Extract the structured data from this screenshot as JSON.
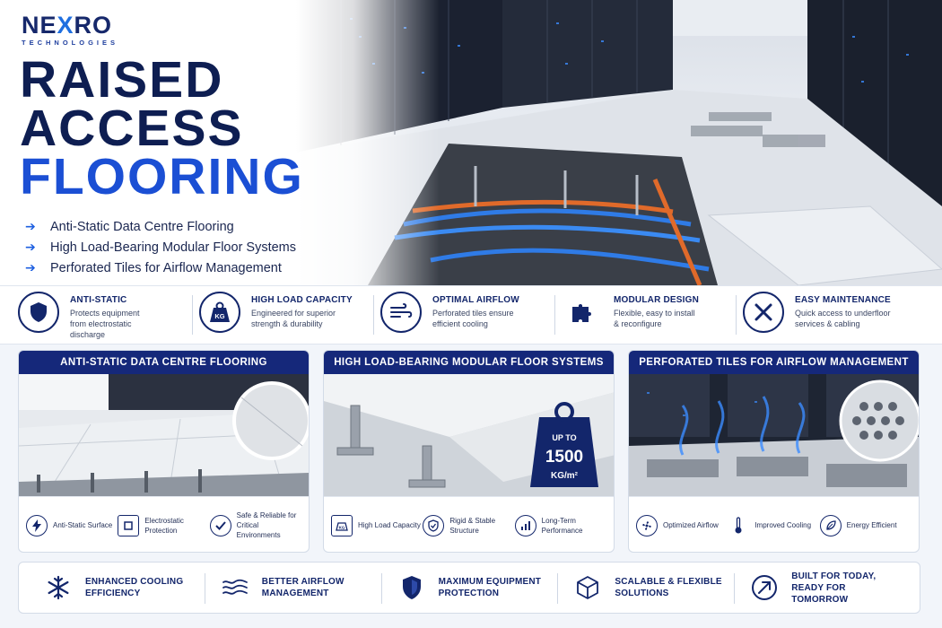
{
  "brand": {
    "name_a": "NE",
    "name_x": "X",
    "name_b": "RO",
    "sub": "TECHNOLOGIES"
  },
  "title": {
    "line1": "RAISED",
    "line2": "ACCESS",
    "line3": "FLOORING"
  },
  "bullets": [
    "Anti-Static Data Centre Flooring",
    "High Load-Bearing Modular Floor Systems",
    "Perforated Tiles for Airflow Management"
  ],
  "features": [
    {
      "title": "ANTI-STATIC",
      "desc": [
        "Protects equipment",
        "from electrostatic",
        "discharge"
      ],
      "icon": "shield-icon"
    },
    {
      "title": "HIGH LOAD CAPACITY",
      "desc": [
        "Engineered for superior",
        "strength & durability"
      ],
      "icon": "weight-icon",
      "icon_text": "KG"
    },
    {
      "title": "OPTIMAL AIRFLOW",
      "desc": [
        "Perforated tiles ensure",
        "efficient cooling"
      ],
      "icon": "airflow-icon"
    },
    {
      "title": "MODULAR DESIGN",
      "desc": [
        "Flexible, easy to install",
        "& reconfigure"
      ],
      "icon": "puzzle-icon"
    },
    {
      "title": "EASY MAINTENANCE",
      "desc": [
        "Quick access to underfloor",
        "services & cabling"
      ],
      "icon": "tools-icon"
    }
  ],
  "cards": [
    {
      "title": "ANTI-STATIC DATA CENTRE FLOORING",
      "items": [
        {
          "label": [
            "Anti-Static Surface"
          ],
          "icon": "bolt-icon"
        },
        {
          "label": [
            "Electrostatic",
            "Protection"
          ],
          "icon": "chip-icon"
        },
        {
          "label": [
            "Safe & Reliable for",
            "Critical Environments"
          ],
          "icon": "check-icon"
        }
      ]
    },
    {
      "title": "HIGH LOAD-BEARING MODULAR FLOOR SYSTEMS",
      "badge": {
        "top": "UP TO",
        "value": "1500",
        "unit": "KG/m²"
      },
      "items": [
        {
          "label": [
            "High Load Capacity"
          ],
          "icon": "weight-icon",
          "icon_text": "KG"
        },
        {
          "label": [
            "Rigid & Stable",
            "Structure"
          ],
          "icon": "shield-check-icon"
        },
        {
          "label": [
            "Long-Term",
            "Performance"
          ],
          "icon": "chart-icon"
        }
      ]
    },
    {
      "title": "PERFORATED TILES FOR AIRFLOW MANAGEMENT",
      "items": [
        {
          "label": [
            "Optimized Airflow"
          ],
          "icon": "fan-icon"
        },
        {
          "label": [
            "Improved Cooling"
          ],
          "icon": "thermometer-icon"
        },
        {
          "label": [
            "Energy Efficient"
          ],
          "icon": "leaf-icon"
        }
      ]
    }
  ],
  "bottom": [
    {
      "label": [
        "ENHANCED COOLING",
        "EFFICIENCY"
      ],
      "icon": "snowflake-icon"
    },
    {
      "label": [
        "BETTER AIRFLOW",
        "MANAGEMENT"
      ],
      "icon": "wind-icon"
    },
    {
      "label": [
        "MAXIMUM EQUIPMENT",
        "PROTECTION"
      ],
      "icon": "shield-icon"
    },
    {
      "label": [
        "SCALABLE & FLEXIBLE",
        "SOLUTIONS"
      ],
      "icon": "cube-icon"
    },
    {
      "label": [
        "BUILT FOR TODAY,",
        "READY FOR TOMORROW"
      ],
      "icon": "arrow-up-right-icon"
    }
  ],
  "colors": {
    "navy": "#13266b",
    "blue": "#1b4fd4",
    "accent": "#1f6fe0"
  }
}
